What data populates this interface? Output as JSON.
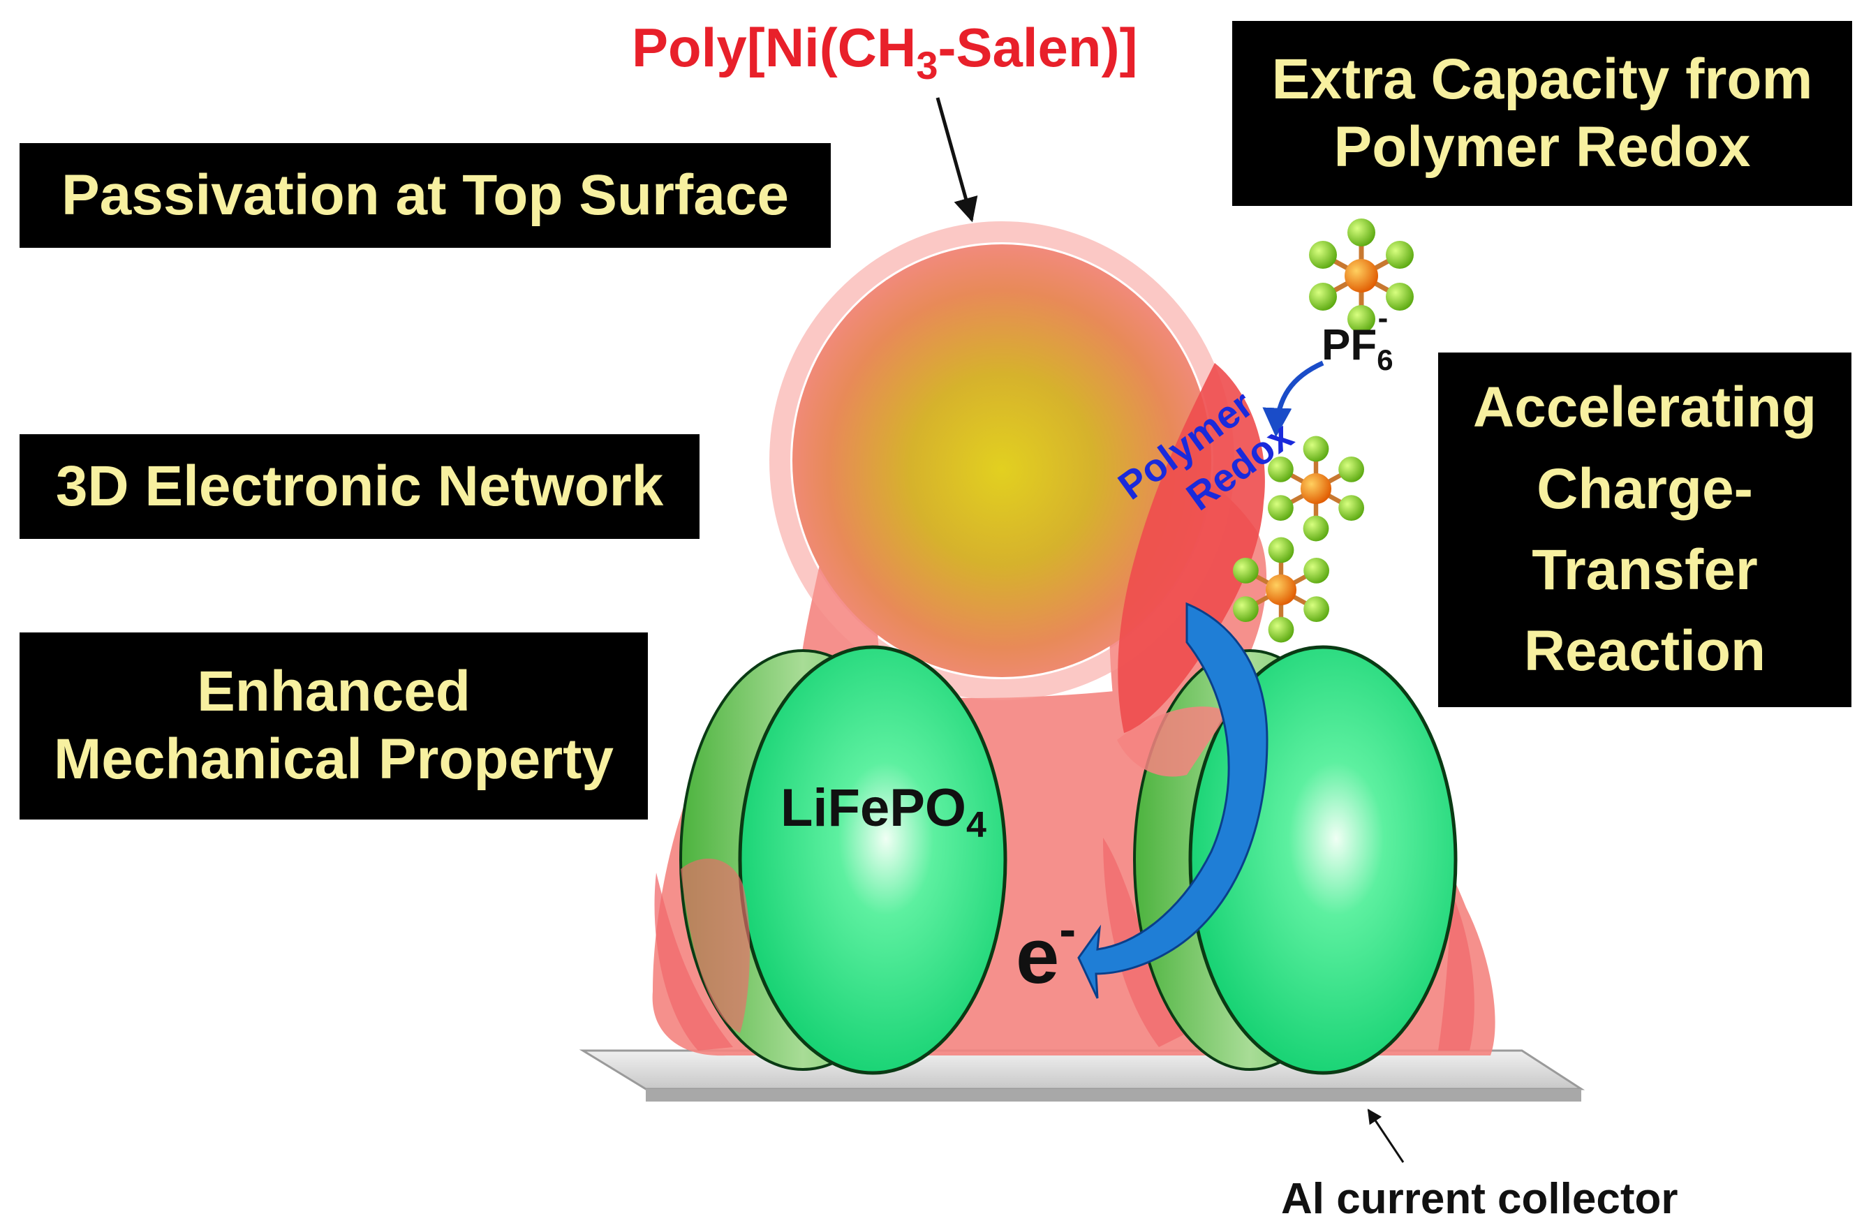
{
  "boxes": {
    "passivation": [
      "Passivation at Top Surface"
    ],
    "network": [
      "3D Electronic Network"
    ],
    "mechanical": [
      "Enhanced",
      "Mechanical Property"
    ],
    "capacity": [
      "Extra Capacity from",
      "Polymer Redox"
    ],
    "charge_transfer": [
      "Accelerating",
      "Charge-",
      "Transfer",
      "Reaction"
    ]
  },
  "labels": {
    "polymer_name": {
      "prefix": "Poly[Ni(CH",
      "sub": "3",
      "suffix": "-Salen)]"
    },
    "anion": {
      "base": "PF",
      "sub": "6",
      "sup": "-"
    },
    "polymer_redox": [
      "Polymer",
      "Redox"
    ],
    "particle": {
      "base": "LiFePO",
      "sub": "4"
    },
    "electron": {
      "base": "e",
      "sup": "-"
    },
    "collector": "Al current collector"
  },
  "colors": {
    "box_background": "#000000",
    "box_text": "#f7f0a0",
    "polymer_label": "#e8202a",
    "redox_label": "#1a2adb",
    "polymer_coating": "#f2787a",
    "particle_green": "#22dd77",
    "arrow_blue": "#1f7ed6",
    "collector_gray": "#d8d8d8"
  }
}
